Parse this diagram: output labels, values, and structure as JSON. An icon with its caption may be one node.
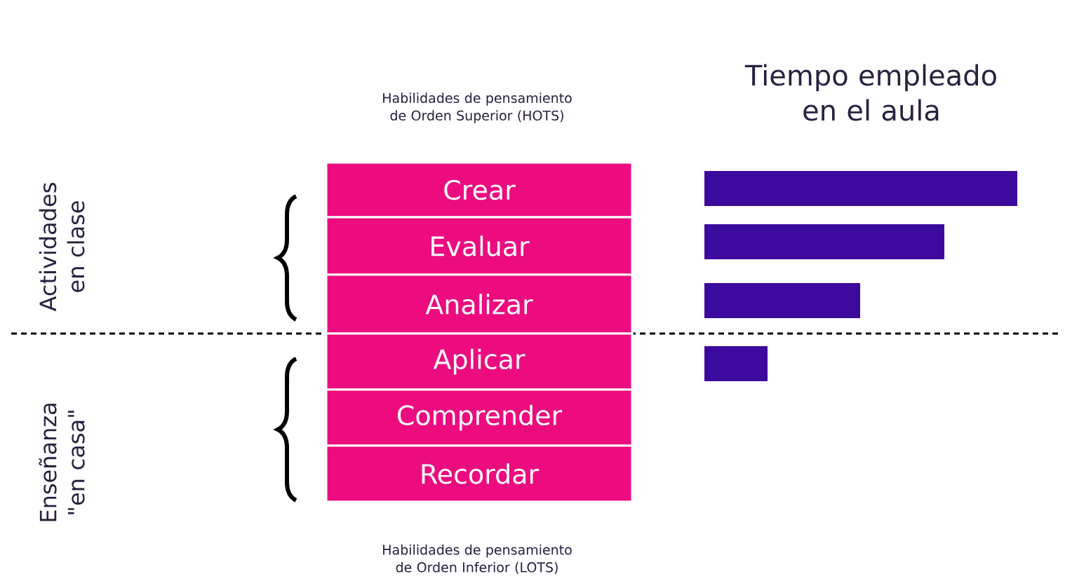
{
  "diagram": {
    "nodes": [
      {
        "text": [
          "Crear"
        ]
      },
      {
        "text": [
          "Evaluar"
        ]
      },
      {
        "text": [
          "Analizar"
        ]
      },
      {
        "text": [
          "Aplicar"
        ]
      },
      {
        "text": [
          "Comprender"
        ]
      },
      {
        "text": [
          "Recordar"
        ]
      },
      {
        "text": [],
        "shape": "bar"
      },
      {
        "text": [],
        "shape": "bar"
      },
      {
        "text": [],
        "shape": "bar"
      },
      {
        "text": [],
        "shape": "bar"
      }
    ],
    "labels": [
      "Tiempo empleado en el aula",
      "Habilidades de pensamiento de Orden Superior (HOTS)",
      "Actividades en clase",
      "Enseñanza \"en casa\"",
      "Habilidades de pensamiento de Orden Inferior (LOTS)"
    ]
  }
}
